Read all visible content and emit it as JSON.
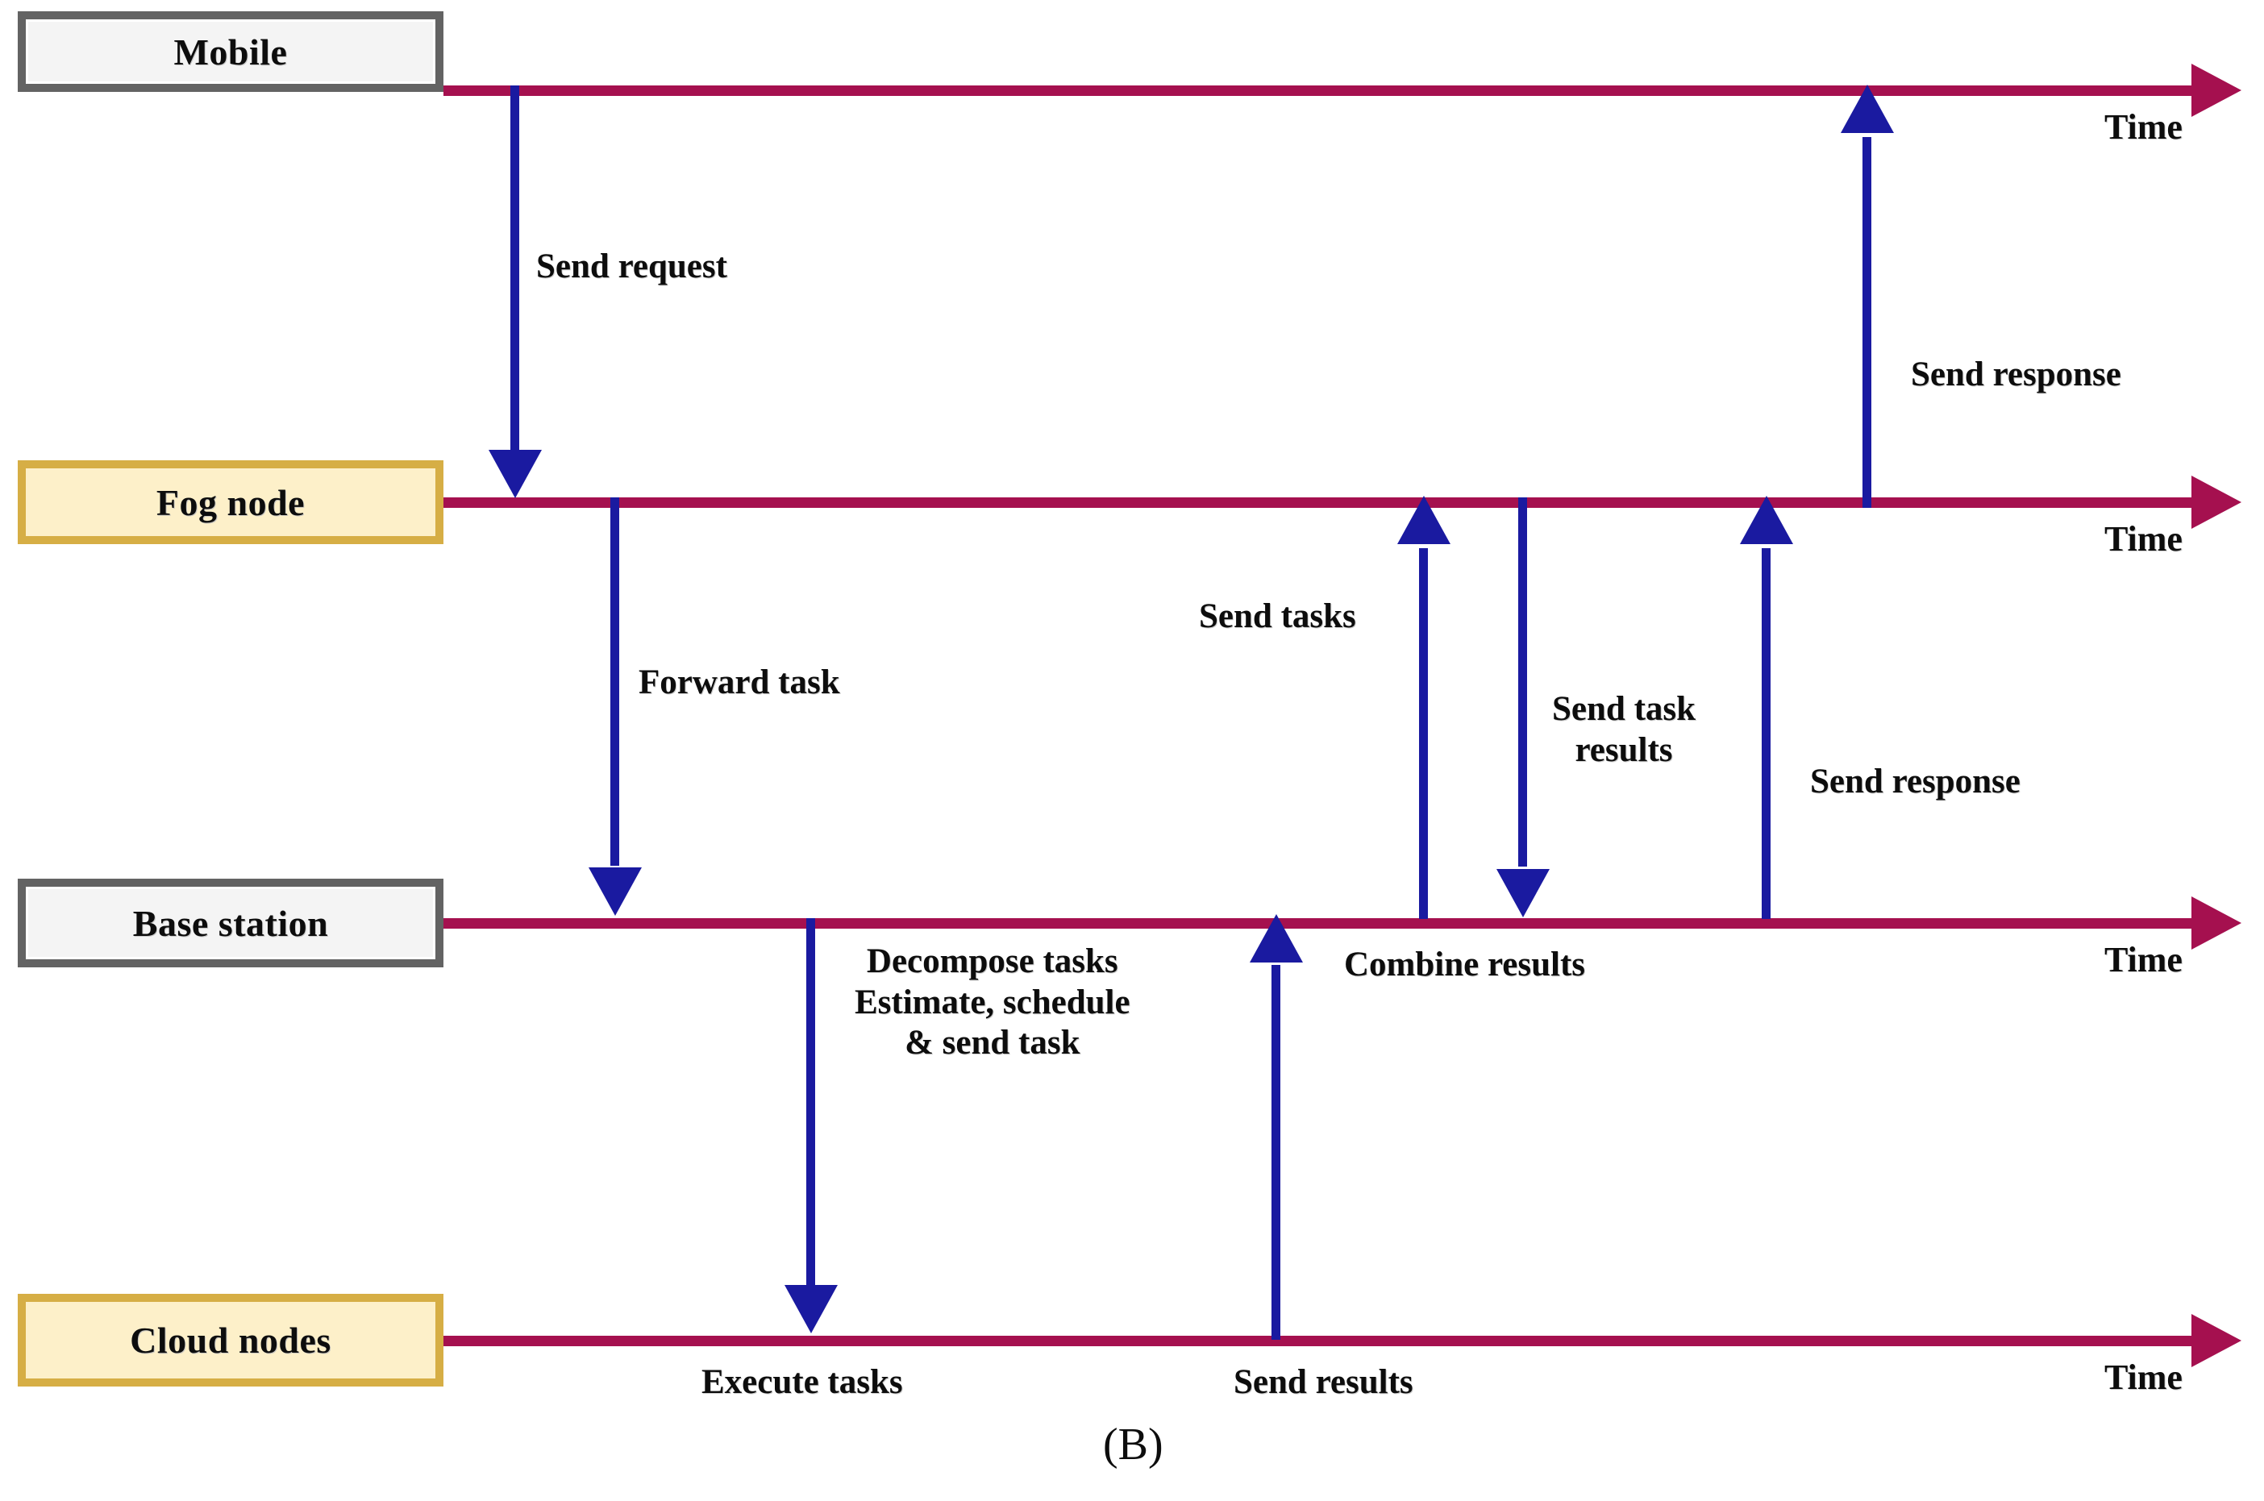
{
  "diagram": {
    "caption": "(B)",
    "colors": {
      "lifeline": "#a5104f",
      "message_arrow": "#1a1aa0",
      "gray_box_border": "#636363",
      "gray_box_fill": "#f4f4f4",
      "gold_box_border": "#d6ae45",
      "gold_box_fill": "#fdf0c9"
    },
    "actors": [
      {
        "label": "Mobile",
        "style": "gray",
        "time_label": "Time"
      },
      {
        "label": "Fog node",
        "style": "gold",
        "time_label": "Time"
      },
      {
        "label": "Base station",
        "style": "gray",
        "time_label": "Time"
      },
      {
        "label": "Cloud nodes",
        "style": "gold",
        "time_label": "Time"
      }
    ],
    "messages": [
      {
        "label": "Send request",
        "from": "Mobile",
        "to": "Fog node",
        "direction": "down"
      },
      {
        "label": "Forward task",
        "from": "Fog node",
        "to": "Base station",
        "direction": "down"
      },
      {
        "label": "Decompose tasks\nEstimate, schedule\n& send task",
        "from": "Base station",
        "to": "Cloud nodes",
        "direction": "down"
      },
      {
        "label": "Execute tasks",
        "from": "Cloud nodes",
        "to": "Cloud nodes",
        "direction": "note"
      },
      {
        "label": "Send results",
        "from": "Cloud nodes",
        "to": "Base station",
        "direction": "up"
      },
      {
        "label": "Send tasks",
        "from": "Base station",
        "to": "Fog node",
        "direction": "up"
      },
      {
        "label": "Send task\nresults",
        "from": "Fog node",
        "to": "Base station",
        "direction": "down"
      },
      {
        "label": "Combine results",
        "from": "Base station",
        "to": "Base station",
        "direction": "note"
      },
      {
        "label": "Send response",
        "from": "Base station",
        "to": "Fog node",
        "direction": "up"
      },
      {
        "label": "Send response",
        "from": "Fog node",
        "to": "Mobile",
        "direction": "up"
      }
    ]
  }
}
